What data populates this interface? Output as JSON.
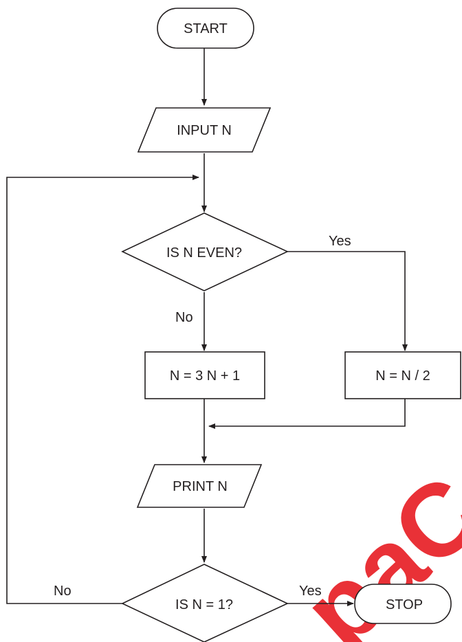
{
  "flowchart": {
    "nodes": {
      "start": "START",
      "input": "INPUT N",
      "decision_even": "IS N EVEN?",
      "process_odd": "N = 3 N + 1",
      "process_even": "N = N / 2",
      "print": "PRINT N",
      "decision_one": "IS N = 1?",
      "stop": "STOP"
    },
    "edge_labels": {
      "even_yes": "Yes",
      "even_no": "No",
      "one_no": "No",
      "one_yes": "Yes"
    }
  },
  "watermark": {
    "text": "PapaCambridge",
    "color": "#e8262d"
  }
}
